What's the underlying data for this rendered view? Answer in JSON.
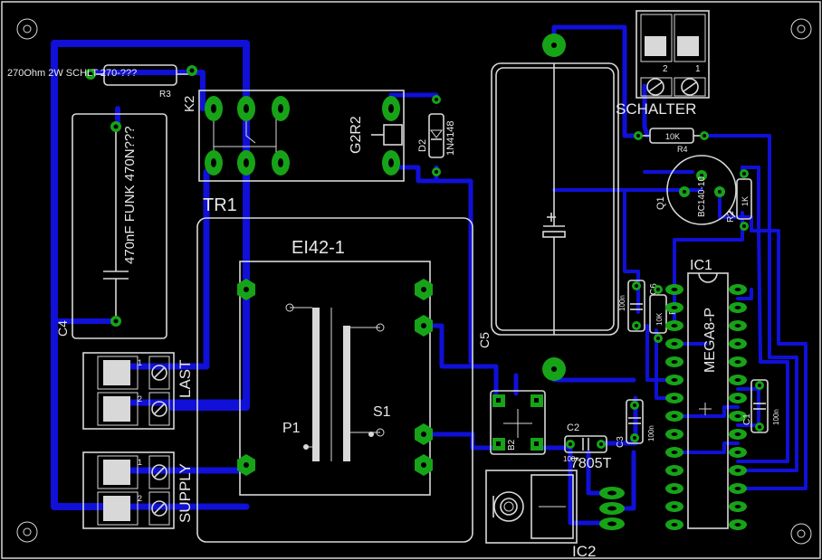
{
  "board": {
    "bg_color": "#000000",
    "trace_color": "#1010d8",
    "pad_color": "#17a317",
    "silk_color": "#d8d8d8"
  },
  "labels": {
    "r3_value": "270Ohm 2W SCHLT 270-???",
    "r3_name": "R3",
    "k2_name": "K2",
    "k2_value": "G2R2",
    "d2_name": "D2",
    "d2_value": "1N4148",
    "schalter": "SCHALTER",
    "terminal_pin_2": "2",
    "terminal_pin_1": "1",
    "r4_value": "10K",
    "r4_name": "R4",
    "q1_name": "Q1",
    "q1_value": "BC140-10",
    "r2_name": "R2",
    "r2_value": "1K",
    "c4_value": "470nF FUNK 470N???",
    "c4_name": "C4",
    "tr1_name": "TR1",
    "tr1_value": "EI42-1",
    "p1": "P1",
    "s1": "S1",
    "c5_name": "C5",
    "ic1_name": "IC1",
    "ic1_value": "MEGA8-P",
    "c6_value": "100n",
    "c6_name": "C6",
    "r1_value": "10K",
    "r1_name": "R1",
    "last": "LAST",
    "supply": "SUPPLY",
    "b2_name": "B2",
    "c2_name": "C2",
    "c2_value": "100n",
    "c3_name": "C3",
    "c3_value": "100n",
    "c1_name": "C1",
    "c1_value": "100n",
    "ic2_value": "7805T",
    "ic2_name": "IC2",
    "pin_1": "1",
    "pin_2": "2"
  }
}
